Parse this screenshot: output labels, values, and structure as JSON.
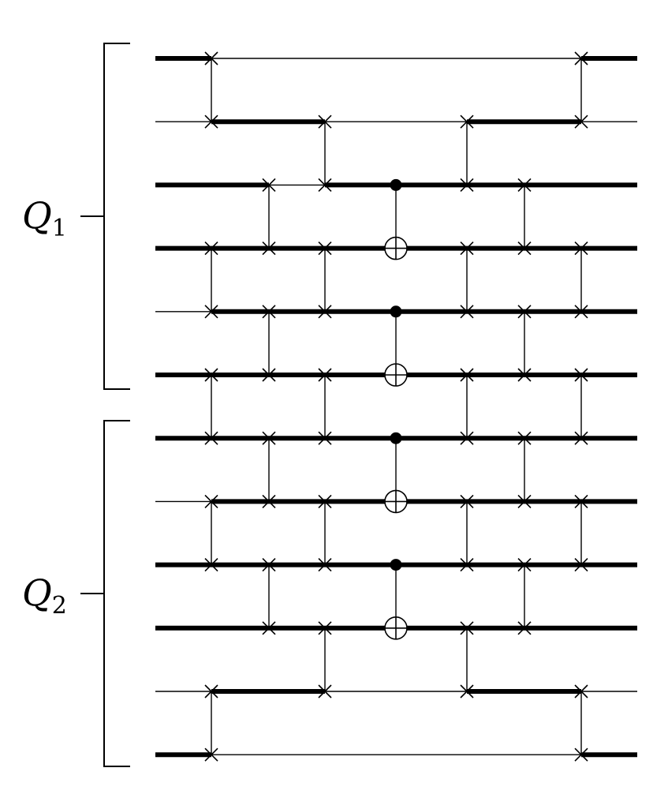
{
  "registers": [
    {
      "name": "Q",
      "index": "1"
    },
    {
      "name": "Q",
      "index": "2"
    }
  ],
  "wires": [
    {
      "segments": [
        [
          0,
          1,
          "thick"
        ],
        [
          1,
          7,
          "thin"
        ],
        [
          7,
          8,
          "thick"
        ]
      ]
    },
    {
      "segments": [
        [
          0,
          1,
          "thin"
        ],
        [
          1,
          3,
          "thick"
        ],
        [
          3,
          5,
          "thin"
        ],
        [
          5,
          7,
          "thick"
        ],
        [
          7,
          8,
          "thin"
        ]
      ]
    },
    {
      "segments": [
        [
          0,
          2,
          "thick"
        ],
        [
          2,
          3,
          "thin"
        ],
        [
          3,
          6,
          "thick"
        ],
        [
          6,
          8,
          "thick"
        ]
      ]
    },
    {
      "segments": [
        [
          0,
          8,
          "thick"
        ]
      ]
    },
    {
      "segments": [
        [
          0,
          1,
          "thin"
        ],
        [
          1,
          8,
          "thick"
        ]
      ]
    },
    {
      "segments": [
        [
          0,
          8,
          "thick"
        ]
      ]
    },
    {
      "segments": [
        [
          0,
          8,
          "thick"
        ]
      ]
    },
    {
      "segments": [
        [
          0,
          1,
          "thin"
        ],
        [
          1,
          8,
          "thick"
        ]
      ]
    },
    {
      "segments": [
        [
          0,
          8,
          "thick"
        ]
      ]
    },
    {
      "segments": [
        [
          0,
          8,
          "thick"
        ]
      ]
    },
    {
      "segments": [
        [
          0,
          1,
          "thin"
        ],
        [
          1,
          3,
          "thick"
        ],
        [
          3,
          5,
          "thin"
        ],
        [
          5,
          7,
          "thick"
        ],
        [
          7,
          8,
          "thin"
        ]
      ]
    },
    {
      "segments": [
        [
          0,
          1,
          "thick"
        ],
        [
          1,
          7,
          "thin"
        ],
        [
          7,
          8,
          "thick"
        ]
      ]
    }
  ],
  "gates": [
    {
      "type": "swap",
      "col": 1,
      "a": 0,
      "b": 1
    },
    {
      "type": "swap",
      "col": 1,
      "a": 3,
      "b": 4
    },
    {
      "type": "swap",
      "col": 1,
      "a": 5,
      "b": 6
    },
    {
      "type": "swap",
      "col": 1,
      "a": 7,
      "b": 8
    },
    {
      "type": "swap",
      "col": 1,
      "a": 10,
      "b": 11
    },
    {
      "type": "swap",
      "col": 2,
      "a": 2,
      "b": 3
    },
    {
      "type": "swap",
      "col": 2,
      "a": 4,
      "b": 5
    },
    {
      "type": "swap",
      "col": 2,
      "a": 6,
      "b": 7
    },
    {
      "type": "swap",
      "col": 2,
      "a": 8,
      "b": 9
    },
    {
      "type": "swap",
      "col": 3,
      "a": 1,
      "b": 2
    },
    {
      "type": "swap",
      "col": 3,
      "a": 3,
      "b": 4
    },
    {
      "type": "swap",
      "col": 3,
      "a": 5,
      "b": 6
    },
    {
      "type": "swap",
      "col": 3,
      "a": 7,
      "b": 8
    },
    {
      "type": "swap",
      "col": 3,
      "a": 9,
      "b": 10
    },
    {
      "type": "cnot",
      "col": 4,
      "control": 2,
      "target": 3
    },
    {
      "type": "cnot",
      "col": 4,
      "control": 4,
      "target": 5
    },
    {
      "type": "cnot",
      "col": 4,
      "control": 6,
      "target": 7
    },
    {
      "type": "cnot",
      "col": 4,
      "control": 8,
      "target": 9
    },
    {
      "type": "swap",
      "col": 5,
      "a": 1,
      "b": 2
    },
    {
      "type": "swap",
      "col": 5,
      "a": 3,
      "b": 4
    },
    {
      "type": "swap",
      "col": 5,
      "a": 5,
      "b": 6
    },
    {
      "type": "swap",
      "col": 5,
      "a": 7,
      "b": 8
    },
    {
      "type": "swap",
      "col": 5,
      "a": 9,
      "b": 10
    },
    {
      "type": "swap",
      "col": 6,
      "a": 2,
      "b": 3
    },
    {
      "type": "swap",
      "col": 6,
      "a": 4,
      "b": 5
    },
    {
      "type": "swap",
      "col": 6,
      "a": 6,
      "b": 7
    },
    {
      "type": "swap",
      "col": 6,
      "a": 8,
      "b": 9
    },
    {
      "type": "swap",
      "col": 7,
      "a": 0,
      "b": 1
    },
    {
      "type": "swap",
      "col": 7,
      "a": 3,
      "b": 4
    },
    {
      "type": "swap",
      "col": 7,
      "a": 5,
      "b": 6
    },
    {
      "type": "swap",
      "col": 7,
      "a": 7,
      "b": 8
    },
    {
      "type": "swap",
      "col": 7,
      "a": 10,
      "b": 11
    }
  ]
}
